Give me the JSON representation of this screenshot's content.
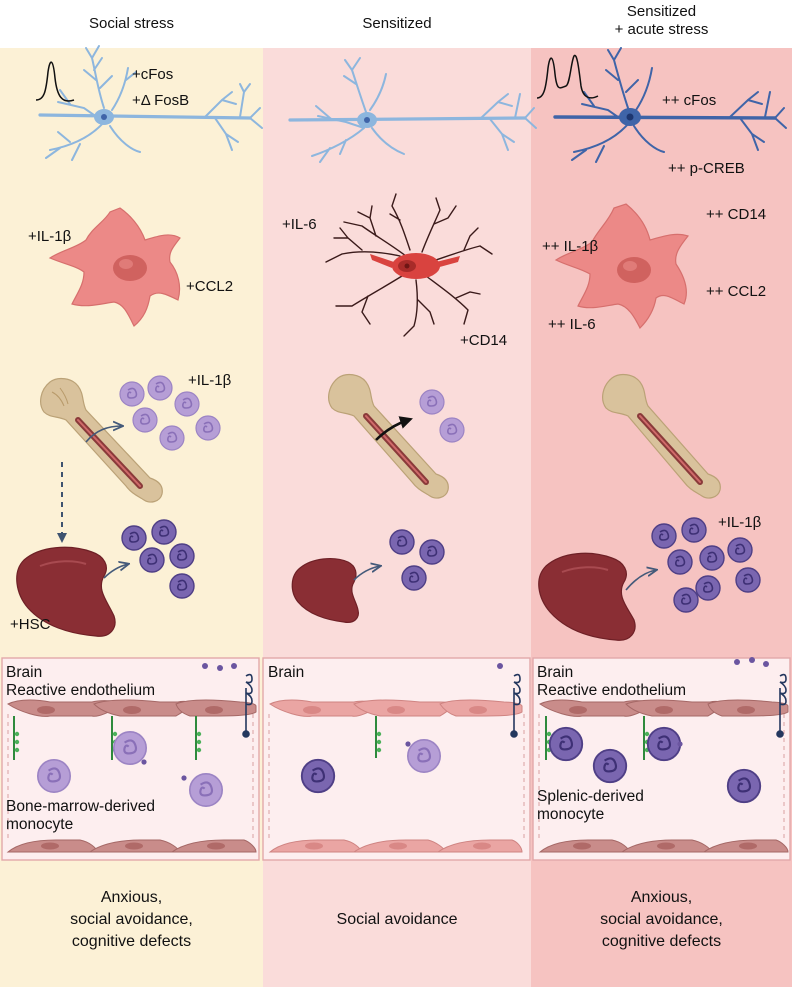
{
  "columns": [
    {
      "header": "Social stress",
      "neuron_labels": [
        "+cFos",
        "+Δ FosB"
      ],
      "glia_labels": [
        "+IL-1β",
        "+CCL2"
      ],
      "bone_label": "+IL-1β",
      "spleen_label": "+HSC",
      "detail_lines": [
        "Brain",
        "Reactive endothelium"
      ],
      "cell_label_lines": [
        "Bone-marrow-derived",
        "monocyte"
      ],
      "outcome_lines": [
        "Anxious,",
        "social avoidance,",
        "cognitive defects"
      ]
    },
    {
      "header": "Sensitized",
      "glia_labels": [
        "+IL-6",
        "+CD14"
      ],
      "detail_lines": [
        "Brain"
      ],
      "outcome_lines": [
        "Social avoidance"
      ]
    },
    {
      "header_lines": [
        "Sensitized",
        "+ acute stress"
      ],
      "neuron_labels": [
        "++ cFos",
        "++ p-CREB"
      ],
      "glia_labels": [
        "++ CD14",
        "++ IL-1β",
        "++ CCL2",
        "++ IL-6"
      ],
      "spleen_label": "+IL-1β",
      "detail_lines": [
        "Brain",
        "Reactive endothelium"
      ],
      "cell_label_lines": [
        "Splenic-derived",
        "monocyte"
      ],
      "outcome_lines": [
        "Anxious,",
        "social avoidance,",
        "cognitive defects"
      ]
    }
  ],
  "colors": {
    "panel_social": "#fcf1d6",
    "panel_sensitized": "#fadcda",
    "panel_acute": "#f6c3c1",
    "detail_bg": "#fdeeef",
    "neuron_light": "#8db6de",
    "neuron_dark": "#3f64a8",
    "glia": "#ec8987",
    "bone": "#d9c29c",
    "spleen": "#8a2e34",
    "monocyte": "#b69ed6",
    "monocyte_dark": "#6b55a0",
    "endothelium": "#c98c8a",
    "endothelium_light": "#eaa5a3"
  }
}
